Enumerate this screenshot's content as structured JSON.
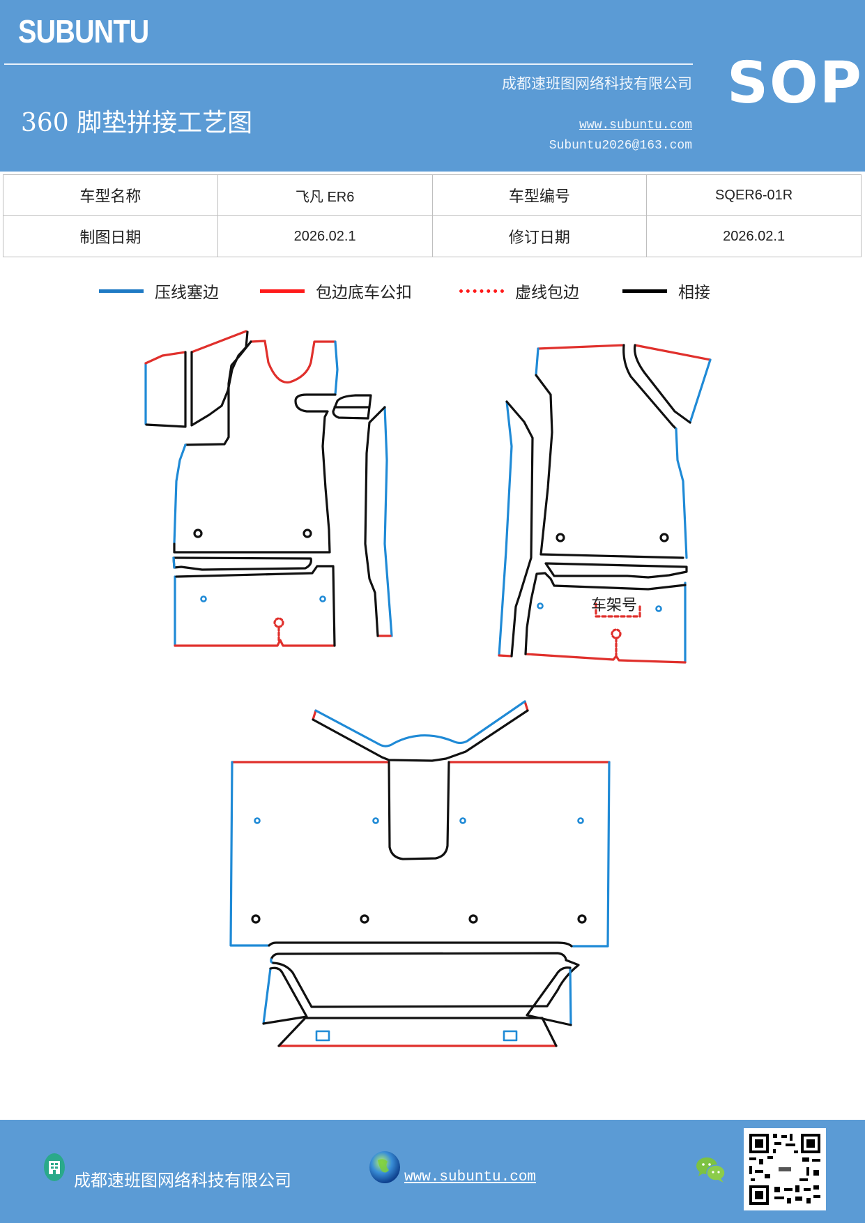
{
  "header": {
    "brand": "SUBUNTU",
    "doc_title": "360 脚垫拼接工艺图",
    "company": "成都速班图网络科技有限公司",
    "website": "www.subuntu.com",
    "email": "Subuntu2026@163.com",
    "badge": "SOP",
    "bg_color": "#5b9bd5"
  },
  "info_table": {
    "rows": [
      {
        "label1": "车型名称",
        "value1": "飞凡 ER6",
        "label2": "车型编号",
        "value2": "SQER6-01R"
      },
      {
        "label1": "制图日期",
        "value1": "2026.02.1",
        "label2": "修订日期",
        "value2": "2026.02.1"
      }
    ]
  },
  "legend": {
    "items": [
      {
        "label": "压线塞边",
        "color": "#1f7ac4",
        "style": "solid"
      },
      {
        "label": "包边底车公扣",
        "color": "#ff1a1a",
        "style": "solid"
      },
      {
        "label": "虚线包边",
        "color": "#ff1a1a",
        "style": "dotted"
      },
      {
        "label": "相接",
        "color": "#000000",
        "style": "solid"
      }
    ]
  },
  "drawing": {
    "vin_label": "车架号",
    "colors": {
      "blue": "#1f8ad6",
      "red": "#e0302c",
      "black": "#111111"
    }
  },
  "footer": {
    "company": "成都速班图网络科技有限公司",
    "website": "www.subuntu.com",
    "icons": [
      "building-icon",
      "globe-icon",
      "wechat-icon",
      "qr-code"
    ]
  }
}
